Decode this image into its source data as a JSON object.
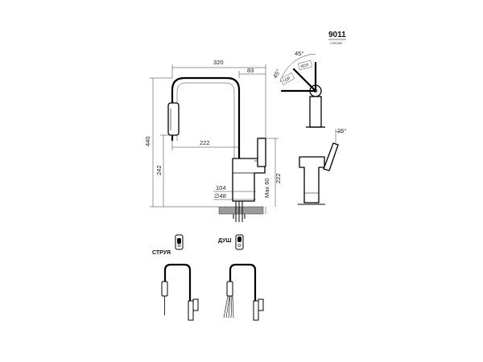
{
  "model": {
    "code": "9011",
    "finish": "CHROME"
  },
  "dimensions": {
    "width_total": "320",
    "spout_offset": "83",
    "height_total": "440",
    "height_spout": "242",
    "reach": "222",
    "height_body": "222",
    "base_width": "104",
    "hole_diameter": "∅48",
    "max_thickness": "Max 60"
  },
  "handle_angles": {
    "hot": "45°",
    "cold": "45°",
    "tilt": "26°",
    "hot_label": "ГОР",
    "cold_label": "ХОЛ"
  },
  "modes": {
    "stream_label": "СТРУЯ",
    "shower_label": "ДУШ"
  }
}
